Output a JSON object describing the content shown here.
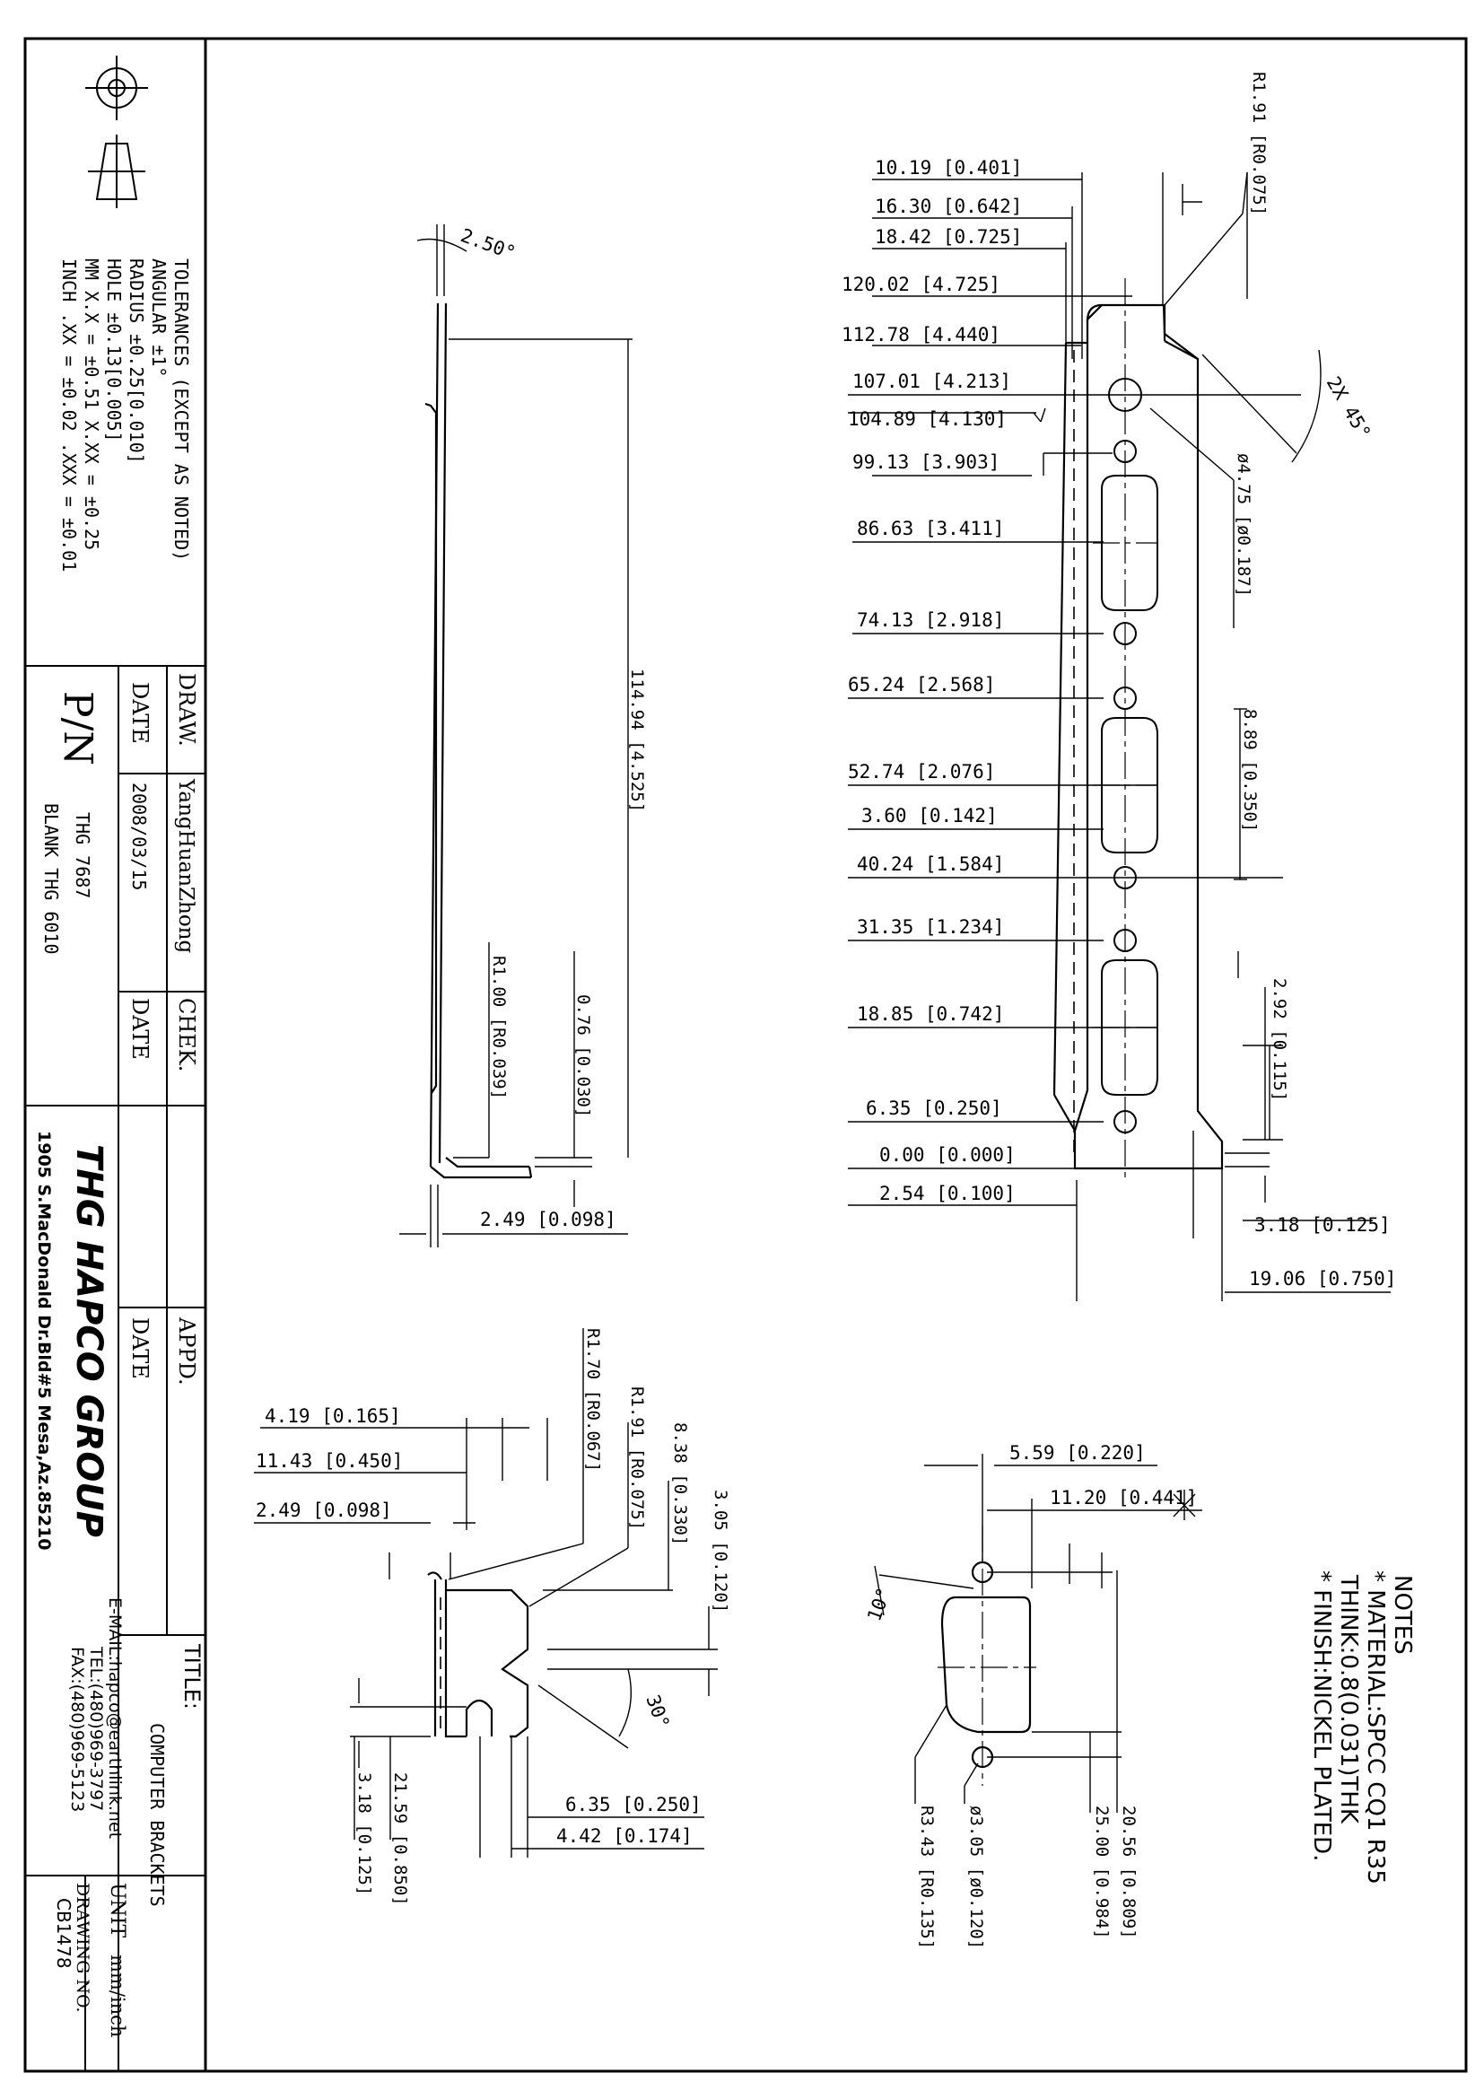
{
  "tolerances": {
    "heading": "TOLERANCES (EXCEPT AS NOTED)",
    "angular": "ANGULAR ±1°",
    "radius": "RADIUS ±0.25[0.010]",
    "hole": "HOLE ±0.13[0.005]",
    "mm": "MM X.X = ±0.51 X.XX = ±0.25",
    "inch": "INCH .XX = ±0.02 .XXX = ±0.01"
  },
  "title_block": {
    "draw_label": "DRAW.",
    "draw_value": "YangHuanZhong",
    "chek_label": "CHEK.",
    "appd_label": "APPD.",
    "date_label": "DATE",
    "date_value": "2008/03/15",
    "pn_label": "P/N",
    "pn_value": "THG 7687",
    "blank_value": "BLANK THG 6010",
    "company": "THG HAPCO GROUP",
    "address": "1905 S.MacDonald Dr.Bld#5 Mesa,Az.85210",
    "email": "E-MAIL:hapco@earthlink.net",
    "tel": "TEL:(480)969-3797",
    "fax": "FAX:(480)969-5123",
    "title_label": "TITLE:",
    "title_value": "COMPUTER BRACKETS",
    "unit_label": "UNIT",
    "unit_value": "mm/inch",
    "drawing_no_label": "DRAWING NO.",
    "drawing_no_value": "CB1478"
  },
  "notes": {
    "heading": "NOTES",
    "material": "* MATERIAL:SPCC CQ1 R35",
    "thick": "THINK:0.8(0.031)THK",
    "finish": "* FINISH:NICKEL PLATED."
  },
  "front_view": {
    "dims": [
      {
        "id": "r191-top",
        "text": "R1.91 [R0.075]"
      },
      {
        "id": "d1019",
        "text": "10.19 [0.401]"
      },
      {
        "id": "d1630",
        "text": "16.30 [0.642]"
      },
      {
        "id": "d1842",
        "text": "18.42 [0.725]"
      },
      {
        "id": "d12002",
        "text": "120.02 [4.725]"
      },
      {
        "id": "d11278",
        "text": "112.78 [4.440]"
      },
      {
        "id": "d10701",
        "text": "107.01 [4.213]"
      },
      {
        "id": "d10489",
        "text": "104.89 [4.130]"
      },
      {
        "id": "d9913",
        "text": "99.13 [3.903]"
      },
      {
        "id": "d8663",
        "text": "86.63 [3.411]"
      },
      {
        "id": "d7413",
        "text": "74.13 [2.918]"
      },
      {
        "id": "d6524",
        "text": "65.24 [2.568]"
      },
      {
        "id": "d5274",
        "text": "52.74 [2.076]"
      },
      {
        "id": "d360",
        "text": "3.60 [0.142]"
      },
      {
        "id": "d4024",
        "text": "40.24 [1.584]"
      },
      {
        "id": "d3135",
        "text": "31.35 [1.234]"
      },
      {
        "id": "d1885",
        "text": "18.85 [0.742]"
      },
      {
        "id": "d635",
        "text": "6.35 [0.250]"
      },
      {
        "id": "d000",
        "text": "0.00 [0.000]"
      },
      {
        "id": "d254",
        "text": "2.54 [0.100]"
      },
      {
        "id": "d318",
        "text": "3.18 [0.125]"
      },
      {
        "id": "d1906",
        "text": "19.06 [0.750]"
      }
    ],
    "vertical_dims": [
      {
        "id": "angle45",
        "text": "2X 45°"
      },
      {
        "id": "hole475",
        "text": "ø4.75 [ø0.187]"
      },
      {
        "id": "d889",
        "text": "8.89 [0.350]"
      },
      {
        "id": "d292",
        "text": "2.92 [0.115]"
      }
    ]
  },
  "side_view": {
    "angle": "2.50°",
    "height": "114.94 [4.525]",
    "radius": "R1.00 [R0.039]",
    "thick": "0.76 [0.030]",
    "width": "2.49 [0.098]"
  },
  "detail_left": {
    "d419": "4.19 [0.165]",
    "d1143": "11.43 [0.450]",
    "d249": "2.49 [0.098]",
    "r170": "R1.70 [R0.067]",
    "r191": "R1.91 [R0.075]",
    "d838": "8.38 [0.330]",
    "d305": "3.05 [0.120]",
    "angle30": "30°",
    "d635": "6.35 [0.250]",
    "d442": "4.42 [0.174]",
    "d318": "3.18 [0.125]",
    "d2159": "21.59 [0.850]"
  },
  "detail_right": {
    "d559": "5.59 [0.220]",
    "d1120": "11.20 [0.441]",
    "angle10": "10°",
    "r343": "R3.43 [R0.135]",
    "hole305": "ø3.05 [ø0.120]",
    "d2500": "25.00 [0.984]",
    "d2056": "20.56 [0.809]"
  }
}
